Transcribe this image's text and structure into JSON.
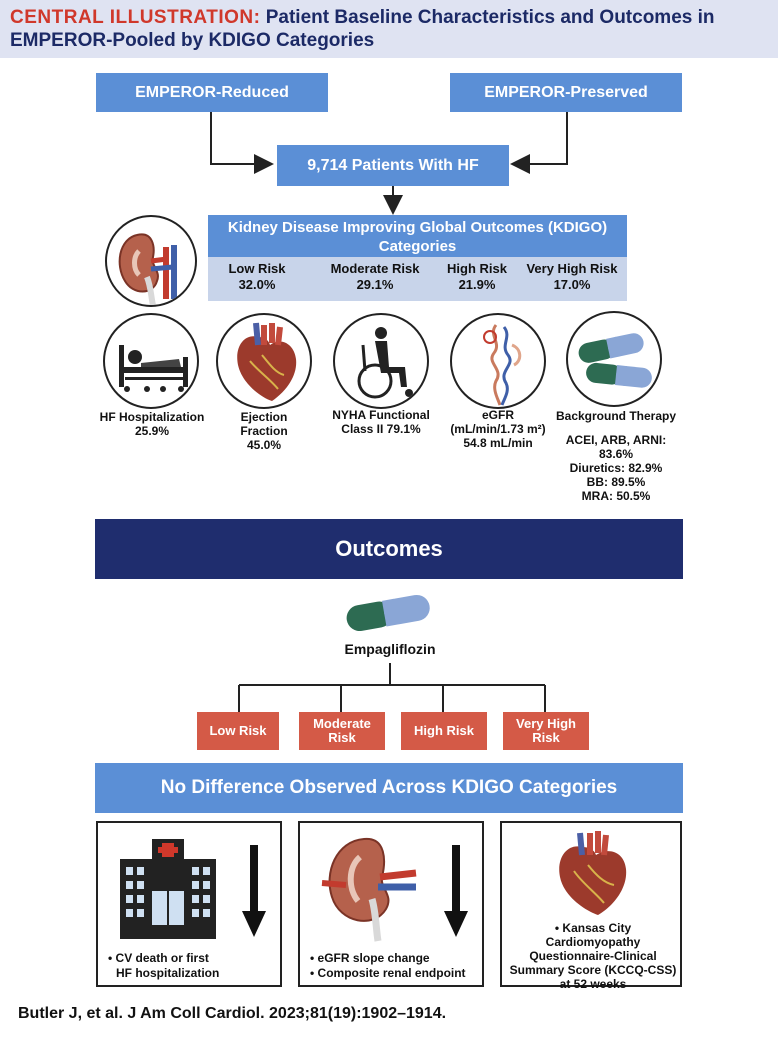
{
  "header": {
    "tag": "CENTRAL ILLUSTRATION:",
    "title_line1": " Patient Baseline Characteristics and Outcomes in",
    "title_line2": "EMPEROR-Pooled by KDIGO Categories"
  },
  "trials": {
    "reduced": "EMPEROR-Reduced",
    "preserved": "EMPEROR-Preserved"
  },
  "patients": "9,714 Patients With HF",
  "kdigo": {
    "title_line1": "Kidney Disease Improving Global Outcomes (KDIGO)",
    "title_line2": "Categories",
    "categories": [
      {
        "label": "Low Risk",
        "value": "32.0%"
      },
      {
        "label": "Moderate Risk",
        "value": "29.1%"
      },
      {
        "label": "High Risk",
        "value": "21.9%"
      },
      {
        "label": "Very High Risk",
        "value": "17.0%"
      }
    ]
  },
  "baseline": {
    "hf_hosp": {
      "line1": "HF Hospitalization",
      "line2": "25.9%"
    },
    "ef": {
      "line1": "Ejection",
      "line2": "Fraction",
      "line3": "45.0%"
    },
    "nyha": {
      "line1": "NYHA Functional",
      "line2": "Class II 79.1%"
    },
    "egfr": {
      "line1": "eGFR",
      "line2": "(mL/min/1.73 m²)",
      "line3": "54.8 mL/min"
    },
    "therapy": {
      "title": "Background Therapy",
      "line1": "ACEI, ARB, ARNI:",
      "line2": "83.6%",
      "line3": "Diuretics: 82.9%",
      "line4": "BB: 89.5%",
      "line5": "MRA: 50.5%"
    }
  },
  "outcomes": "Outcomes",
  "drug": "Empagliflozin",
  "risk_boxes": [
    {
      "line1": "Low Risk",
      "line2": ""
    },
    {
      "line1": "Moderate",
      "line2": "Risk"
    },
    {
      "line1": "High Risk",
      "line2": ""
    },
    {
      "line1": "Very High",
      "line2": "Risk"
    }
  ],
  "no_difference": "No Difference Observed Across  KDIGO Categories",
  "panels": {
    "p1": {
      "b1a": "CV death or first",
      "b1b": "HF hospitalization"
    },
    "p2": {
      "b1": "eGFR slope change",
      "b2": "Composite renal endpoint"
    },
    "p3": {
      "l1": "Kansas City Cardiomyopathy",
      "l2": "Questionnaire-Clinical",
      "l3": "Summary Score (KCCQ-CSS)",
      "l4": "at 52 weeks"
    }
  },
  "citation": "Butler J, et al. J Am Coll Cardiol. 2023;81(19):1902–1914.",
  "colors": {
    "header_bg": "#dfe3f2",
    "title_navy": "#1c2a66",
    "tag_red": "#d0382b",
    "blue": "#5b8fd6",
    "navy": "#1f2d6e",
    "red": "#d45a47",
    "light_blue": "#c8d4ea"
  }
}
